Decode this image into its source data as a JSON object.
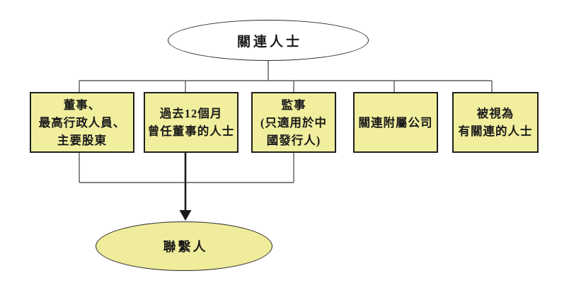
{
  "diagram": {
    "colors": {
      "background": "#ffffff",
      "box_fill": "#f1ef9e",
      "top_ellipse_fill": "#ffffff",
      "bottom_ellipse_fill": "#efec9b",
      "node_border": "#1f1f1f",
      "connector": "#5c5c5c",
      "arrow": "#1a1a1a"
    },
    "root": {
      "label": "關連人士"
    },
    "children": [
      {
        "lines": [
          "董事、",
          "最高行政人員、",
          "主要股東"
        ]
      },
      {
        "lines": [
          "過去12個月",
          "曾任董事的人士"
        ]
      },
      {
        "lines": [
          "監事",
          "(只適用於中",
          "國發行人)"
        ]
      },
      {
        "lines": [
          "關連附屬公司"
        ]
      },
      {
        "lines": [
          "被視為",
          "有關連的人士"
        ]
      }
    ],
    "result": {
      "label": "聯繫人"
    }
  }
}
